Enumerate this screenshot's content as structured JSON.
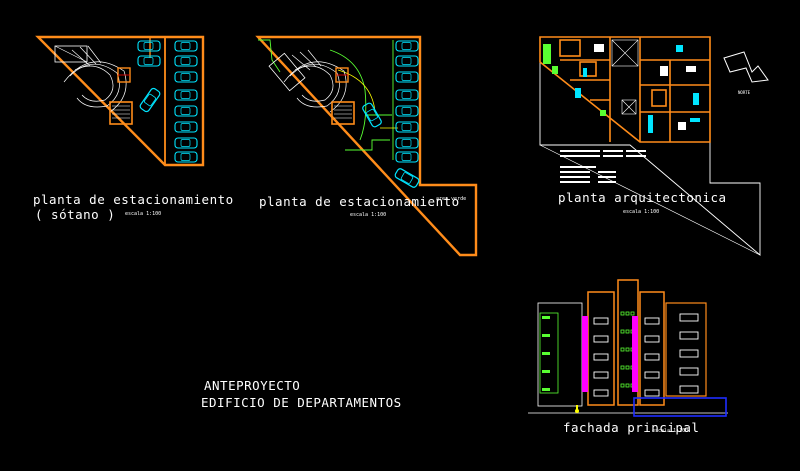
{
  "colors": {
    "background": "#000000",
    "wall": "#ff8c1a",
    "car": "#00e5ff",
    "text": "#ffffff",
    "green": "#59ff32",
    "magenta": "#ff00ff",
    "blue": "#1e2dff",
    "yellow": "#ffff00"
  },
  "drawings": {
    "basement": {
      "title": "planta de estacionamiento",
      "subtitle": "( sótano )",
      "scale": "escala 1:100"
    },
    "ground_parking": {
      "title": "planta de estacionamiento",
      "scale": "escala 1:100",
      "green_area_label": "area verde"
    },
    "floor_plan": {
      "title": "planta arquitectonica",
      "scale": "escala 1:100",
      "north_label": "NORTE"
    },
    "facade": {
      "title": "fachada principal",
      "scale": "escala 1:100"
    }
  },
  "project": {
    "line1": "ANTEPROYECTO",
    "line2": "EDIFICIO DE DEPARTAMENTOS"
  }
}
